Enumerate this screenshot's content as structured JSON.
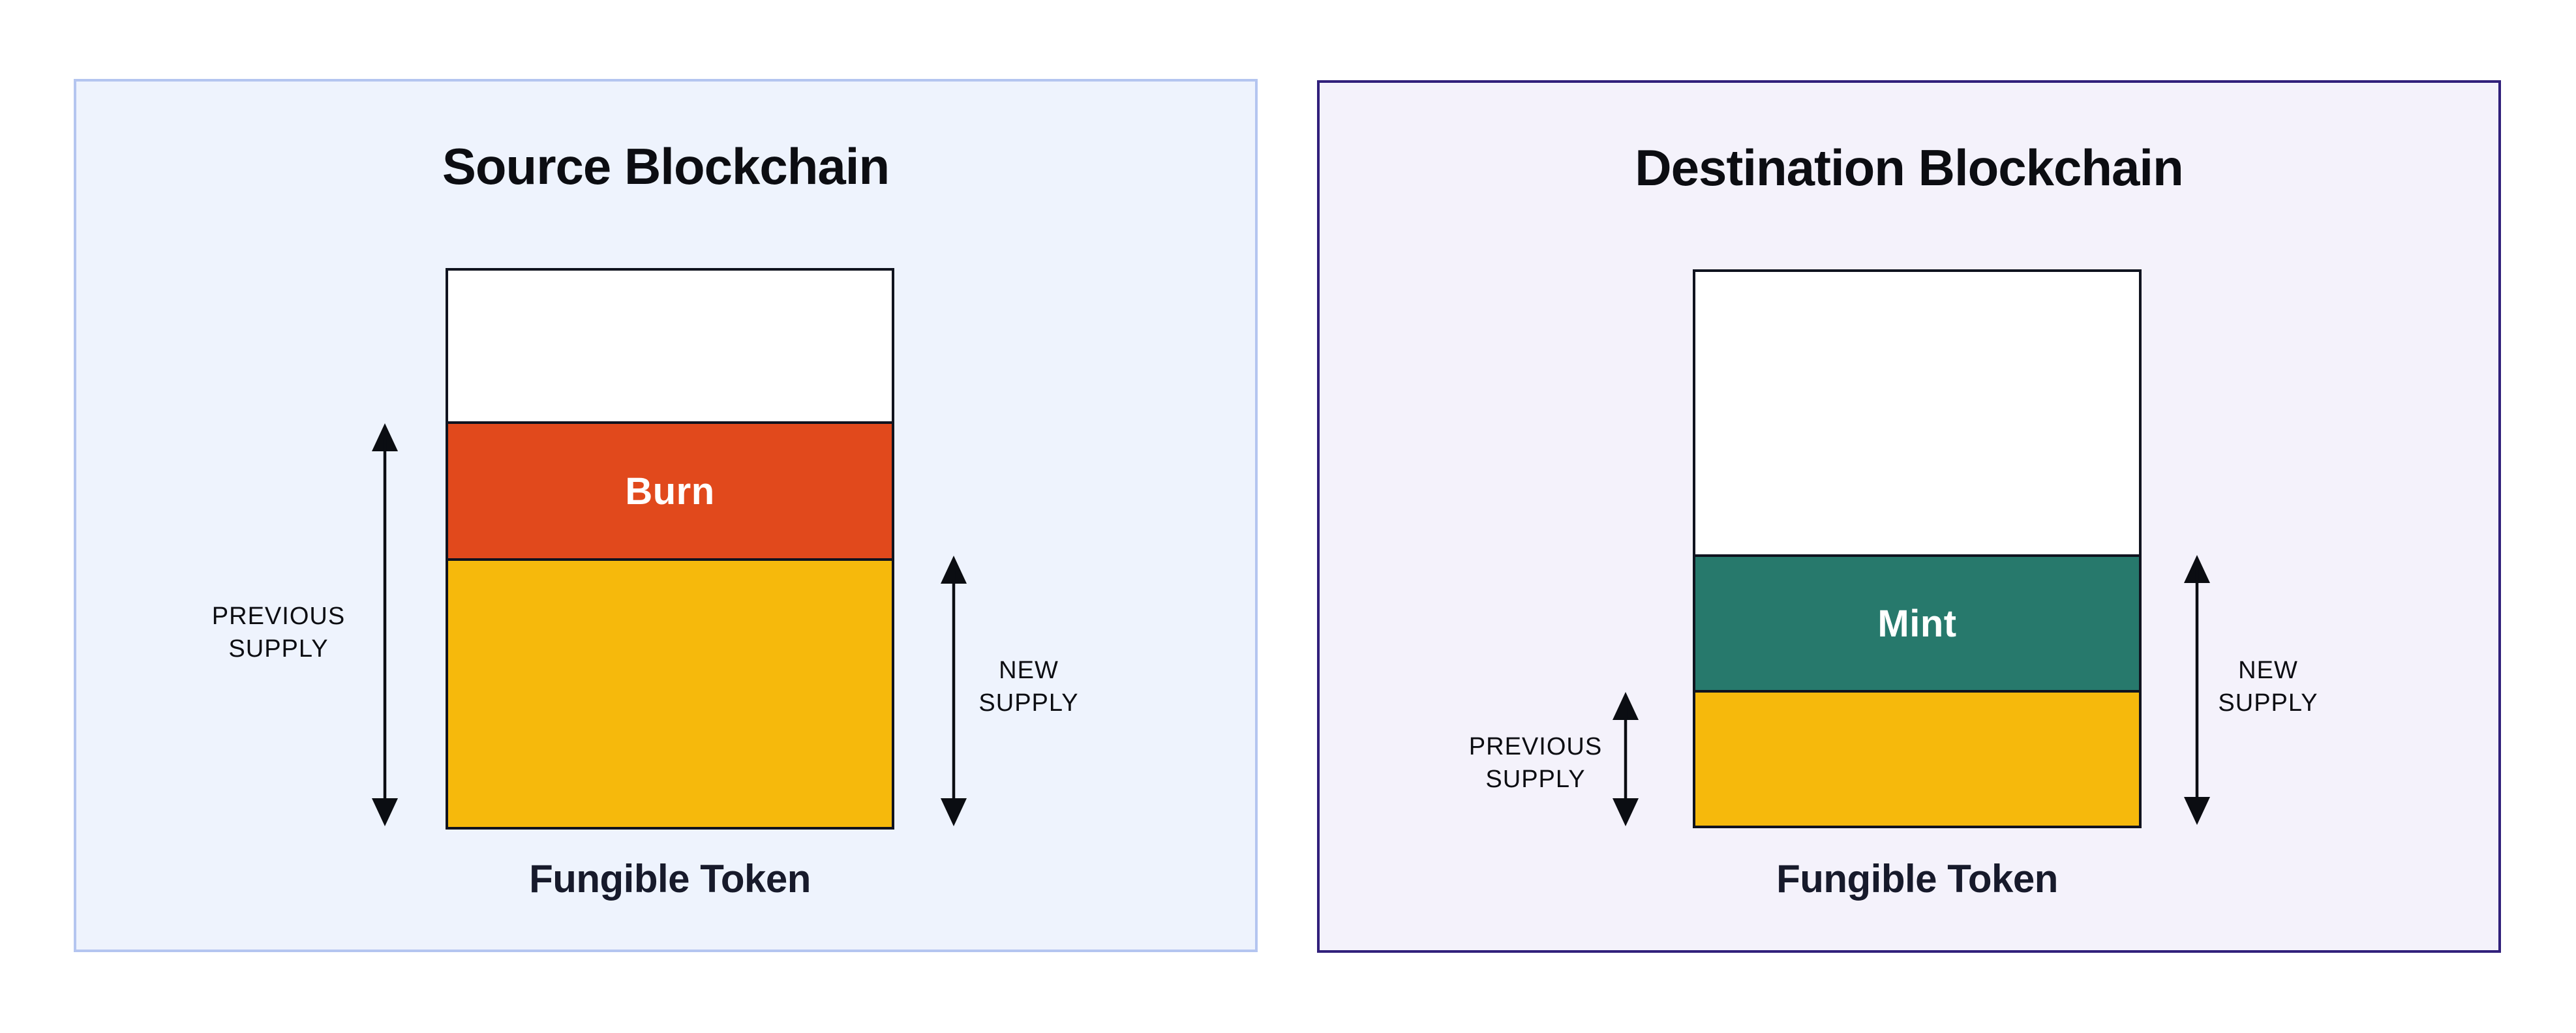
{
  "diagram": {
    "panels": [
      {
        "name": "source",
        "title": "Source Blockchain",
        "token_label": "Fungible Token",
        "colors": {
          "background": "#eef3fd",
          "border": "#b4c5f0"
        },
        "bar": {
          "border_color": "#10131f",
          "segments": [
            {
              "name": "unfilled",
              "label": "",
              "color": "#ffffff"
            },
            {
              "name": "burn",
              "label": "Burn",
              "color": "#e1491c",
              "label_color": "#ffffff"
            },
            {
              "name": "remaining-supply",
              "label": "",
              "color": "#f6b90c"
            }
          ]
        },
        "arrows": [
          {
            "name": "previous-supply",
            "side": "left",
            "lines": [
              "PREVIOUS",
              "SUPPLY"
            ],
            "spans": "burn + remaining-supply"
          },
          {
            "name": "new-supply",
            "side": "right",
            "lines": [
              "NEW",
              "SUPPLY"
            ],
            "spans": "remaining-supply"
          }
        ]
      },
      {
        "name": "destination",
        "title": "Destination Blockchain",
        "token_label": "Fungible Token",
        "colors": {
          "background": "#f4f2fb",
          "border": "#31207b"
        },
        "bar": {
          "border_color": "#10131f",
          "segments": [
            {
              "name": "unfilled",
              "label": "",
              "color": "#ffffff"
            },
            {
              "name": "mint",
              "label": "Mint",
              "color": "#27796c",
              "label_color": "#ffffff"
            },
            {
              "name": "previous-supply",
              "label": "",
              "color": "#f6b90c"
            }
          ]
        },
        "arrows": [
          {
            "name": "previous-supply",
            "side": "left",
            "lines": [
              "PREVIOUS",
              "SUPPLY"
            ],
            "spans": "previous-supply"
          },
          {
            "name": "new-supply",
            "side": "right",
            "lines": [
              "NEW",
              "SUPPLY"
            ],
            "spans": "mint + previous-supply"
          }
        ]
      }
    ]
  }
}
